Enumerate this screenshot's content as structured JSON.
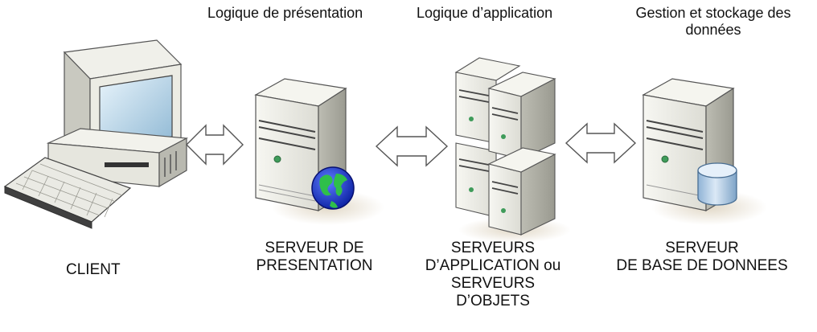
{
  "tier_headers": {
    "presentation": "Logique de présentation",
    "application": "Logique d’application",
    "data_line1": "Gestion et stockage des",
    "data_line2": "données"
  },
  "components": {
    "client": {
      "label": "CLIENT"
    },
    "presentation_server": {
      "line1": "SERVEUR DE",
      "line2": "PRESENTATION"
    },
    "application_servers": {
      "line1": "SERVEURS",
      "line2": "D’APPLICATION ou",
      "line3": "SERVEURS",
      "line4": "D’OBJETS"
    },
    "database_server": {
      "line1": "SERVEUR",
      "line2": "DE BASE DE DONNEES"
    }
  }
}
